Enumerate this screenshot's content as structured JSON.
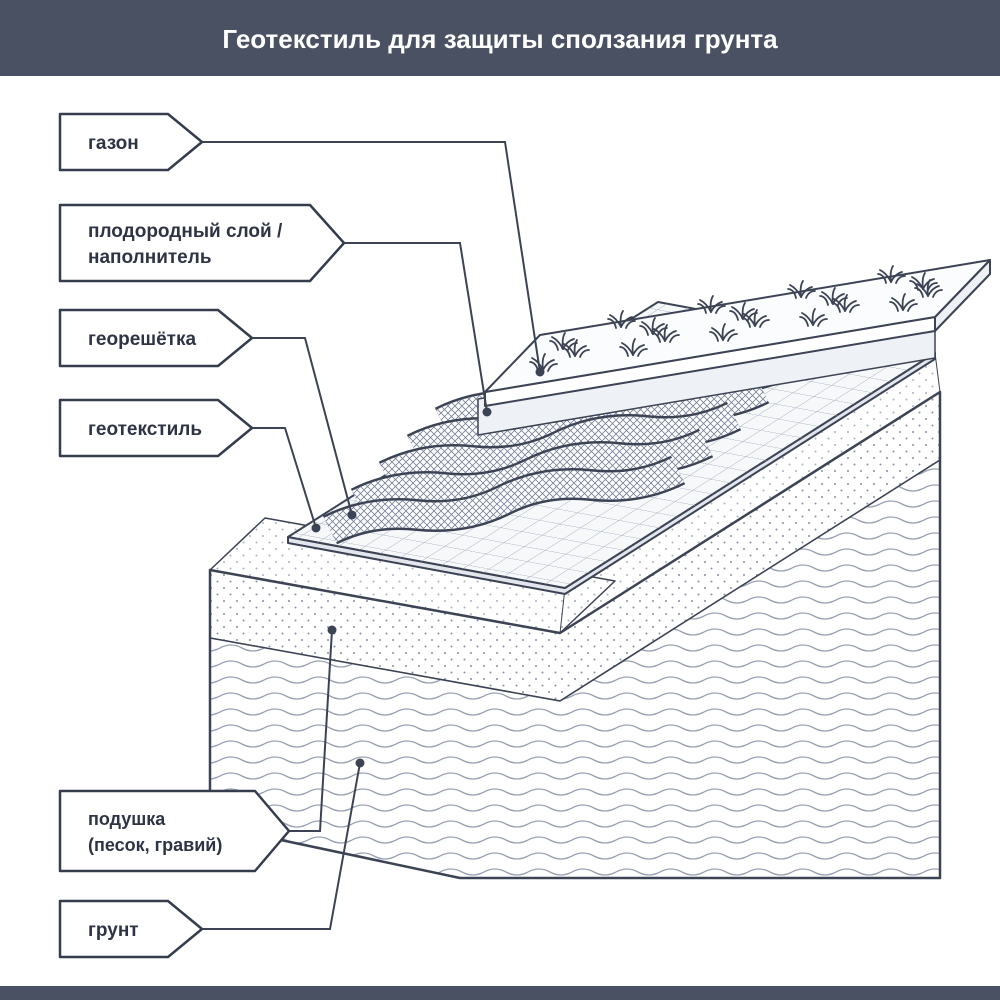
{
  "title": "Геотекстиль для защиты сползания грунта",
  "callouts": [
    {
      "label": "газон"
    },
    {
      "label_line1": "плодородный слой /",
      "label_line2": "наполнитель"
    },
    {
      "label": "георешётка"
    },
    {
      "label": "геотекстиль"
    },
    {
      "label_line1": "подушка",
      "label_line2": "(песок, гравий)"
    },
    {
      "label": "грунт"
    }
  ],
  "colors": {
    "header_bar": "#4a5162",
    "diagram_line": "#3c4354",
    "label_text": "#2e3443"
  }
}
